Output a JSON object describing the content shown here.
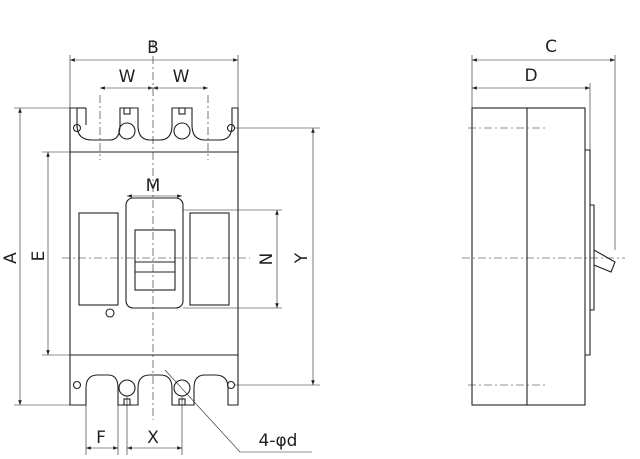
{
  "labels": {
    "A": "A",
    "B": "B",
    "C": "C",
    "D": "D",
    "E": "E",
    "F": "F",
    "M": "M",
    "N": "N",
    "W1": "W",
    "W2": "W",
    "X": "X",
    "Y": "Y",
    "hole": "4-φd"
  },
  "colors": {
    "line": "#231f20",
    "background": "#ffffff"
  }
}
